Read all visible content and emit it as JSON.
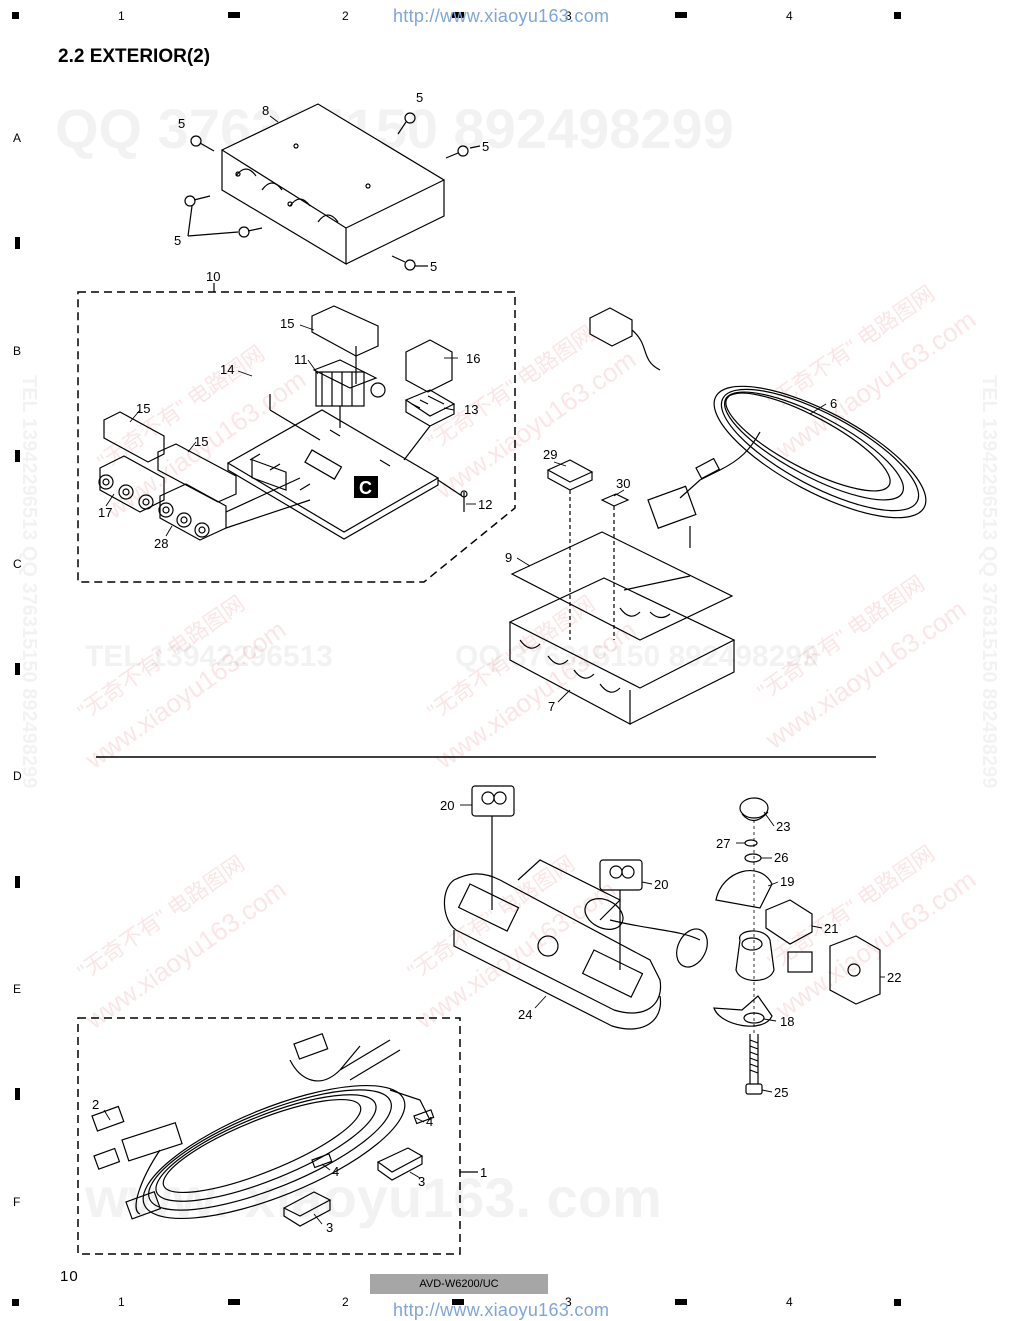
{
  "header": {
    "url": "http://www.xiaoyu163.com",
    "columns": [
      "1",
      "2",
      "3",
      "4"
    ]
  },
  "rows": [
    "A",
    "B",
    "C",
    "D",
    "E",
    "F"
  ],
  "page": {
    "title": "2.2 EXTERIOR(2)",
    "page_number": "10",
    "model": "AVD-W6200/UC"
  },
  "watermarks": {
    "qq_line": "QQ 376315150    892498299",
    "tel_line": "TEL 13942296513",
    "qq_line2": "QQ 376315150    892498299",
    "site_big": "www. xiaoyu163. com",
    "side_right": "TEL 13942296513  QQ 376315150  892498299",
    "side_left": "TEL 13942296513  QQ 376315150  892498299",
    "cn_a": "\"无奇不有\" 电路图网",
    "cn_b": "www.xiaoyu163.com"
  },
  "callouts": {
    "c1": "1",
    "c2": "2",
    "c3a": "3",
    "c3b": "3",
    "c4a": "4",
    "c4b": "4",
    "c5a": "5",
    "c5b": "5",
    "c5c": "5",
    "c5d": "5",
    "c5e": "5",
    "c6": "6",
    "c7": "7",
    "c8": "8",
    "c9": "9",
    "c10": "10",
    "c11": "11",
    "c12": "12",
    "c13": "13",
    "c14": "14",
    "c15a": "15",
    "c15b": "15",
    "c15c": "15",
    "c16": "16",
    "c17": "17",
    "c18": "18",
    "c19": "19",
    "c20a": "20",
    "c20b": "20",
    "c21": "21",
    "c22": "22",
    "c23": "23",
    "c24": "24",
    "c25": "25",
    "c26": "26",
    "c27": "27",
    "c28": "28",
    "c29": "29",
    "c30": "30",
    "board_badge": "C"
  }
}
